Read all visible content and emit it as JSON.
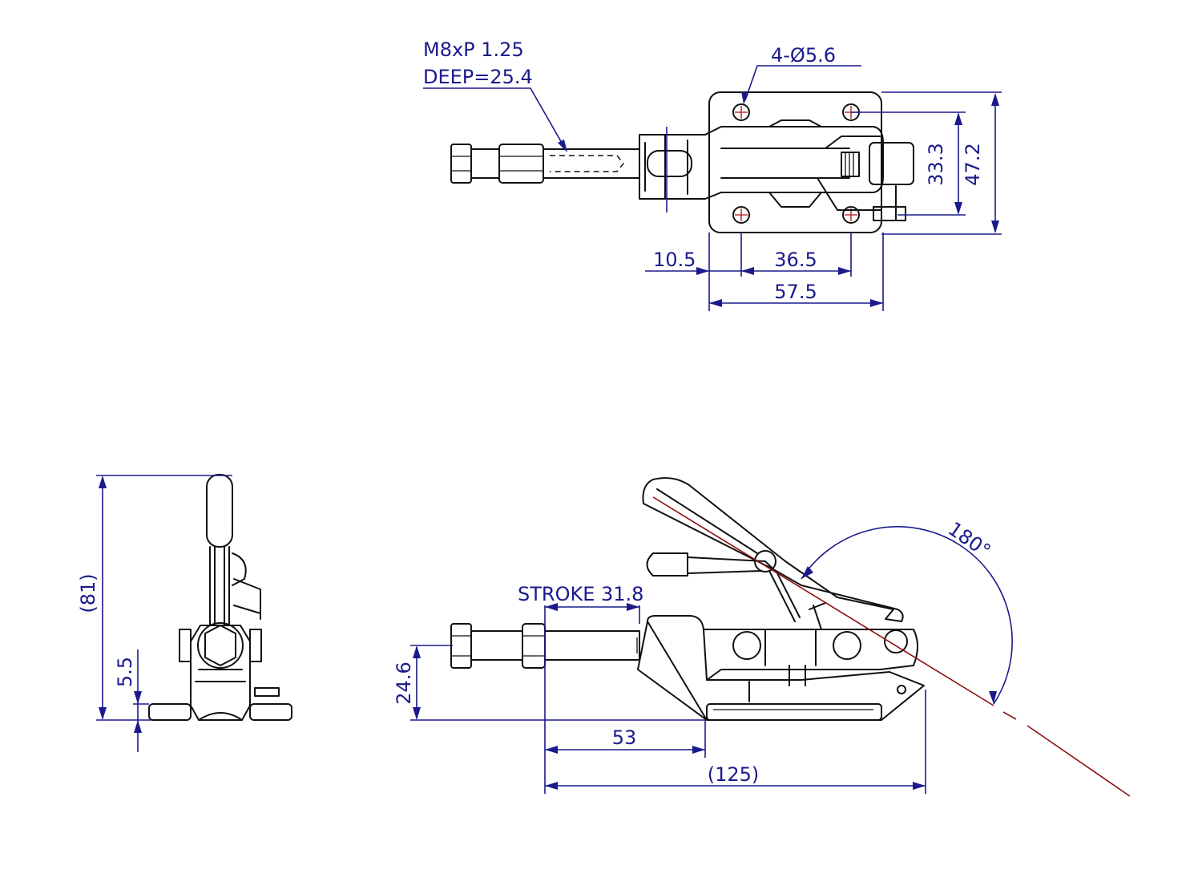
{
  "top_view": {
    "thread_line1": "M8xP 1.25",
    "thread_line2": "DEEP=25.4",
    "holes": "4-Ø5.6",
    "dim_height_outer": "47.2",
    "dim_height_holes": "33.3",
    "dim_offset": "10.5",
    "dim_hole_spacing": "36.5",
    "dim_width": "57.5"
  },
  "side_view": {
    "dim_total_height": "(81)",
    "dim_base": "5.5"
  },
  "front_view": {
    "stroke": "STROKE 31.8",
    "angle": "180°",
    "dim_height": "24.6",
    "dim_length": "53",
    "dim_total_length": "(125)"
  },
  "colors": {
    "dimension": "#1a1a8c",
    "centerline": "#8b1010",
    "outline": "#111111"
  }
}
